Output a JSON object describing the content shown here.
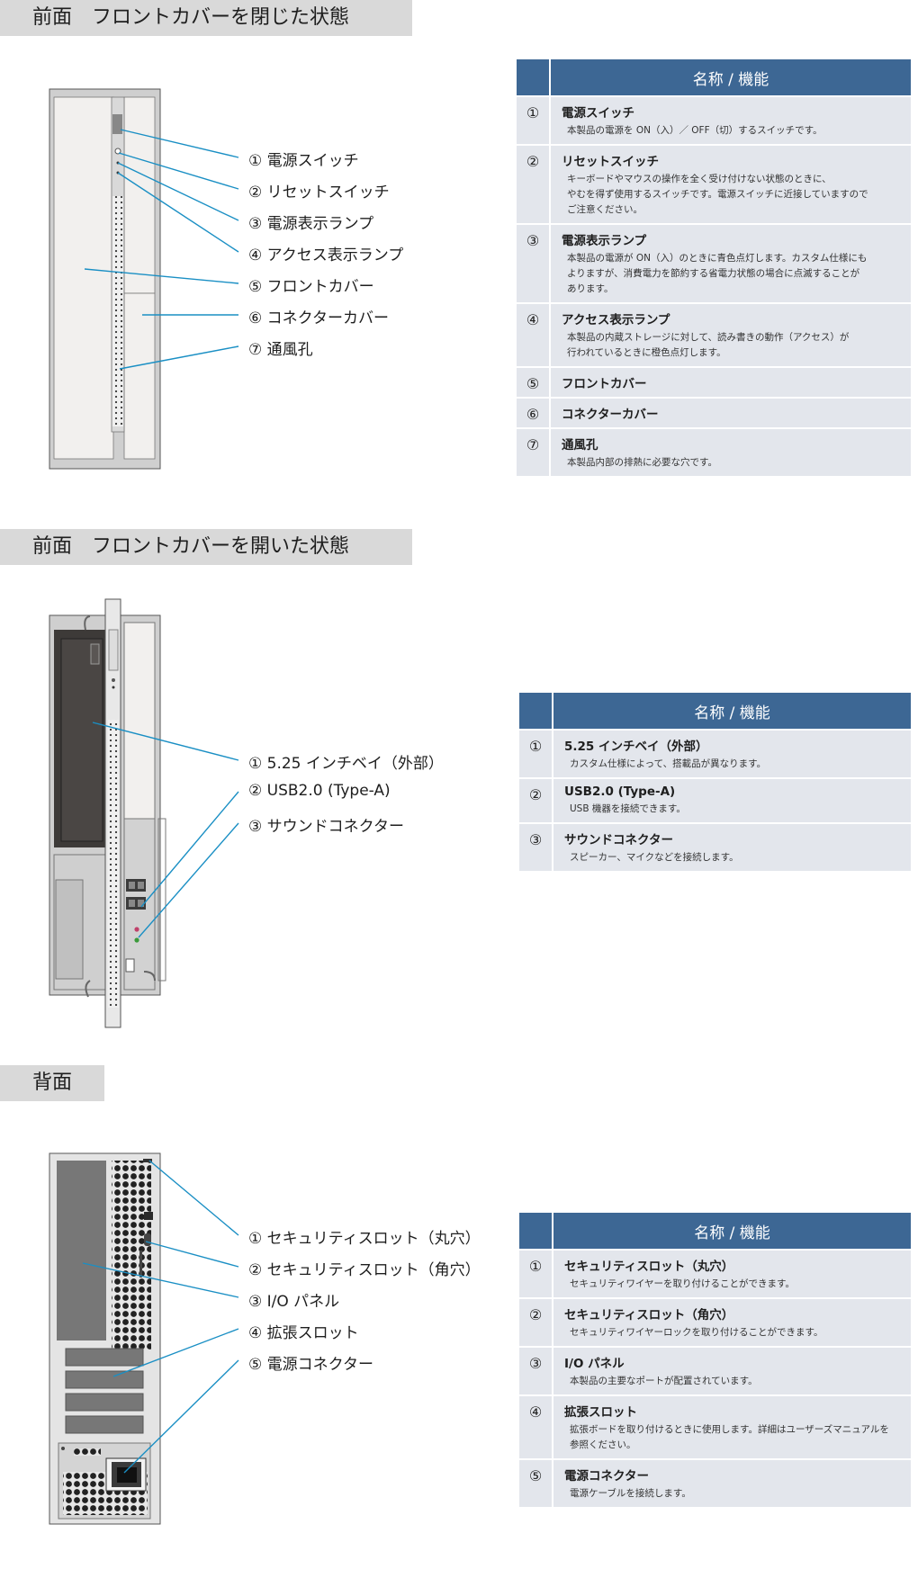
{
  "colors": {
    "header_bg": "#d9d9d9",
    "table_header": "#3d6794",
    "table_cell": "#e3e6ec",
    "leader_line": "#1a8fc4"
  },
  "sections": [
    {
      "title": "前面　フロントカバーを閉じた状態",
      "callouts": [
        "① 電源スイッチ",
        "② リセットスイッチ",
        "③ 電源表示ランプ",
        "④ アクセス表示ランプ",
        "⑤ フロントカバー",
        "⑥ コネクターカバー",
        "⑦ 通風孔"
      ],
      "table_header": "名称 / 機能",
      "rows": [
        {
          "num": "①",
          "name": "電源スイッチ",
          "desc": "本製品の電源を ON（入）／ OFF（切）するスイッチです。"
        },
        {
          "num": "②",
          "name": "リセットスイッチ",
          "desc": "キーボードやマウスの操作を全く受け付けない状態のときに、\nやむを得ず使用するスイッチです。電源スイッチに近接していますので\nご注意ください。"
        },
        {
          "num": "③",
          "name": "電源表示ランプ",
          "desc": "本製品の電源が ON（入）のときに青色点灯します。カスタム仕様にも\nよりますが、消費電力を節約する省電力状態の場合に点滅することが\nあります。"
        },
        {
          "num": "④",
          "name": "アクセス表示ランプ",
          "desc": "本製品の内蔵ストレージに対して、読み書きの動作（アクセス）が\n行われているときに橙色点灯します。"
        },
        {
          "num": "⑤",
          "name": "フロントカバー",
          "desc": ""
        },
        {
          "num": "⑥",
          "name": "コネクターカバー",
          "desc": ""
        },
        {
          "num": "⑦",
          "name": "通風孔",
          "desc": "本製品内部の排熱に必要な穴です。"
        }
      ]
    },
    {
      "title": "前面　フロントカバーを開いた状態",
      "callouts": [
        "① 5.25 インチベイ（外部）",
        "② USB2.0 (Type-A)",
        "③ サウンドコネクター"
      ],
      "table_header": "名称 / 機能",
      "rows": [
        {
          "num": "①",
          "name": "5.25 インチベイ（外部）",
          "desc": "カスタム仕様によって、搭載品が異なります。"
        },
        {
          "num": "②",
          "name": "USB2.0 (Type-A)",
          "desc": "USB 機器を接続できます。"
        },
        {
          "num": "③",
          "name": "サウンドコネクター",
          "desc": "スピーカー、マイクなどを接続します。"
        }
      ]
    },
    {
      "title": "背面",
      "callouts": [
        "① セキュリティスロット（丸穴）",
        "② セキュリティスロット（角穴）",
        "③ I/O パネル",
        "④ 拡張スロット",
        "⑤ 電源コネクター"
      ],
      "table_header": "名称 / 機能",
      "rows": [
        {
          "num": "①",
          "name": "セキュリティスロット（丸穴）",
          "desc": "セキュリティワイヤーを取り付けることができます。"
        },
        {
          "num": "②",
          "name": "セキュリティスロット（角穴）",
          "desc": "セキュリティワイヤーロックを取り付けることができます。"
        },
        {
          "num": "③",
          "name": "I/O パネル",
          "desc": "本製品の主要なポートが配置されています。"
        },
        {
          "num": "④",
          "name": "拡張スロット",
          "desc": "拡張ボードを取り付けるときに使用します。詳細はユーザーズマニュアルを\n参照ください。"
        },
        {
          "num": "⑤",
          "name": "電源コネクター",
          "desc": "電源ケーブルを接続します。"
        }
      ]
    }
  ]
}
